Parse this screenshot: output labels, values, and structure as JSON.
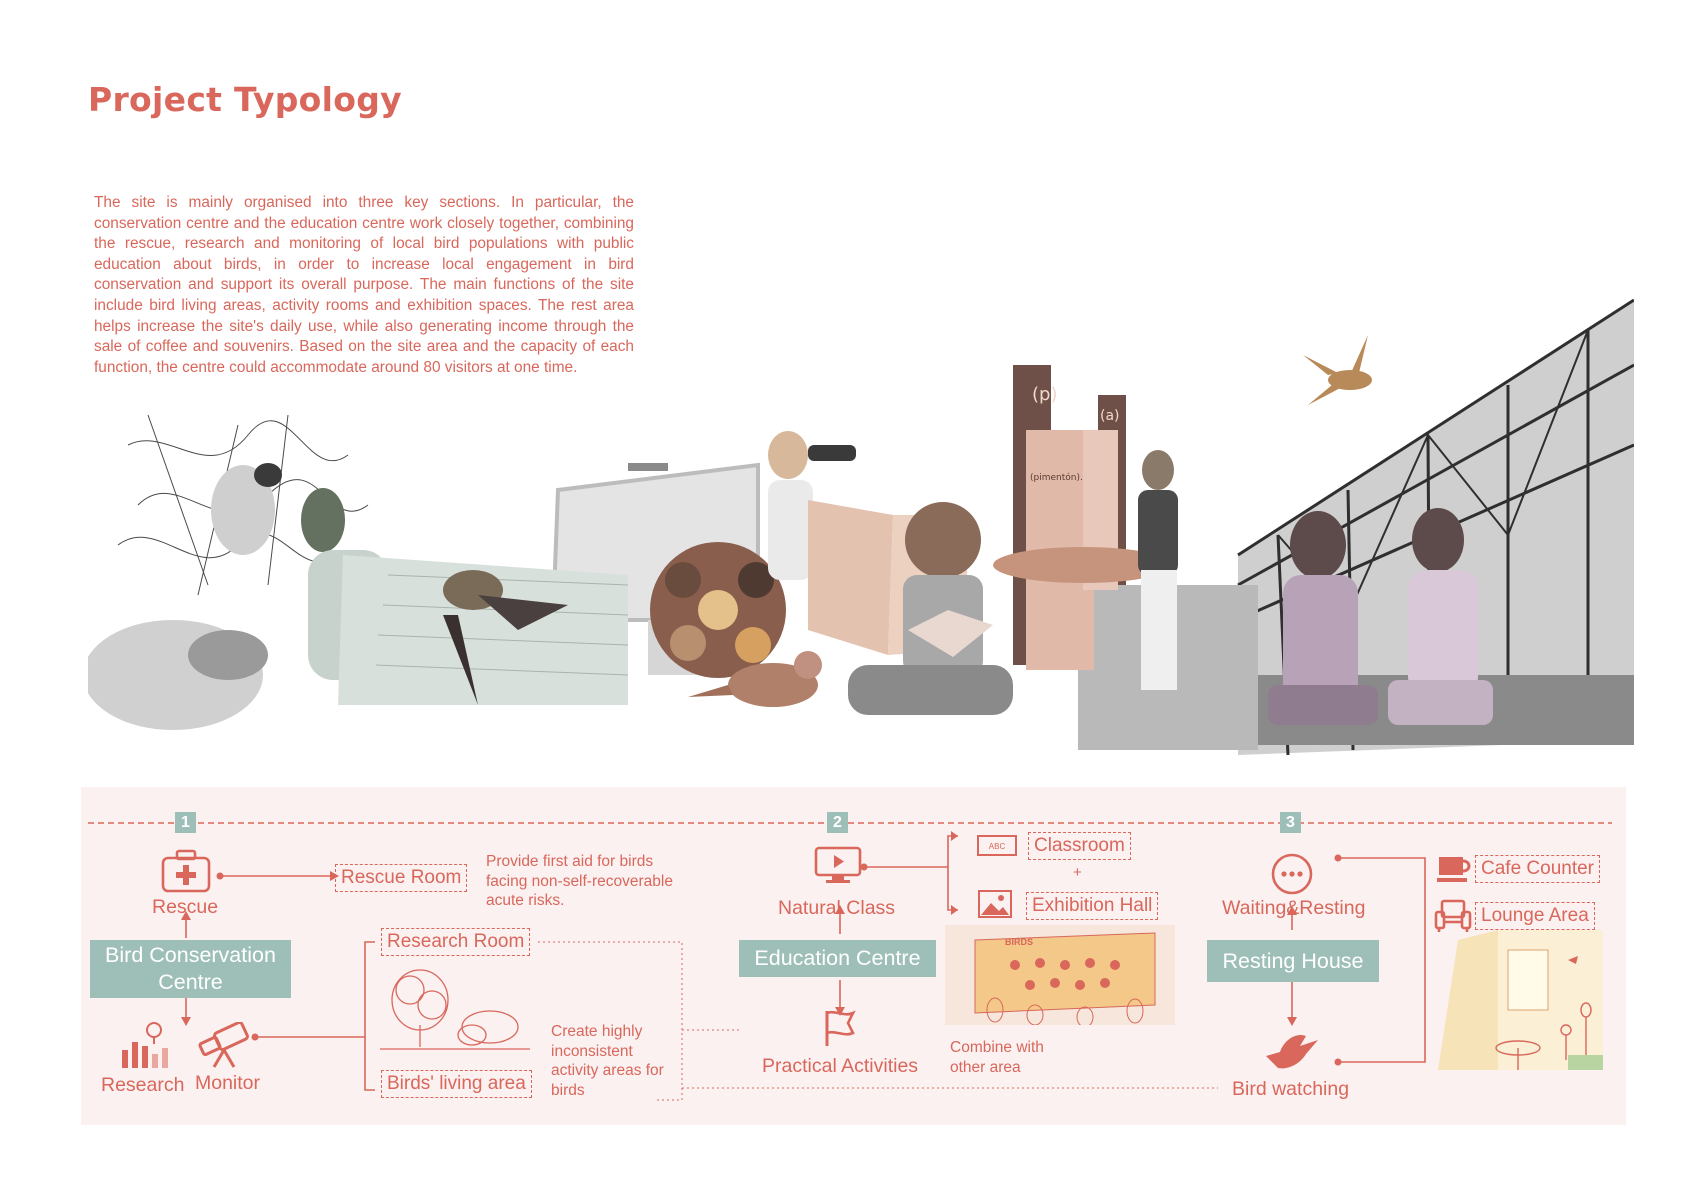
{
  "title": "Project Typology",
  "intro": "The site is mainly organised into three key sections. In particular, the conservation centre and the education centre work closely together, combining the rescue, research and monitoring of local bird populations with public education about birds, in order to increase local engagement in bird conservation and support its overall purpose. The main functions of the site include bird living areas, activity rooms and exhibition spaces. The rest area helps increase the site's daily use, while also generating income through the sale of coffee and souvenirs. Based on the site area and the capacity of each function, the centre could accommodate around 80 visitors at one time.",
  "colors": {
    "accent": "#d9675b",
    "teal": "#9ebfb7",
    "panel": "#fbf1f1"
  },
  "sections": [
    {
      "number": "1",
      "name": "Bird Conservation Centre"
    },
    {
      "number": "2",
      "name": "Education Centre"
    },
    {
      "number": "3",
      "name": "Resting House"
    }
  ],
  "conservation": {
    "rescue": "Rescue",
    "rescue_room": "Rescue Room",
    "rescue_note": "Provide first aid for birds facing non-self-recoverable acute risks.",
    "research": "Research",
    "monitor": "Monitor",
    "research_room": "Research Room",
    "birds_living_area": "Birds' living area",
    "living_note": "Create highly inconsistent activity areas for birds"
  },
  "education": {
    "natural_class": "Natural Class",
    "classroom": "Classroom",
    "plus": "+",
    "exhibition_hall": "Exhibition Hall",
    "practical_activities": "Practical Activities",
    "combine_note": "Combine with other area",
    "abc_label": "ABC",
    "birds_sign": "BIRDS"
  },
  "resting": {
    "waiting_resting": "Waiting&Resting",
    "cafe_counter": "Cafe Counter",
    "lounge_area": "Lounge Area",
    "bird_watching": "Bird watching"
  },
  "collage": {
    "sign_1": "(p)",
    "sign_2": "(a)",
    "sign_3": "(pimentón)."
  },
  "icons": [
    "first-aid-kit-icon",
    "chart-icon",
    "telescope-icon",
    "monitor-play-icon",
    "flag-icon",
    "abc-board-icon",
    "picture-icon",
    "chat-bubble-icon",
    "bird-icon",
    "coffee-cup-icon",
    "armchair-icon"
  ]
}
